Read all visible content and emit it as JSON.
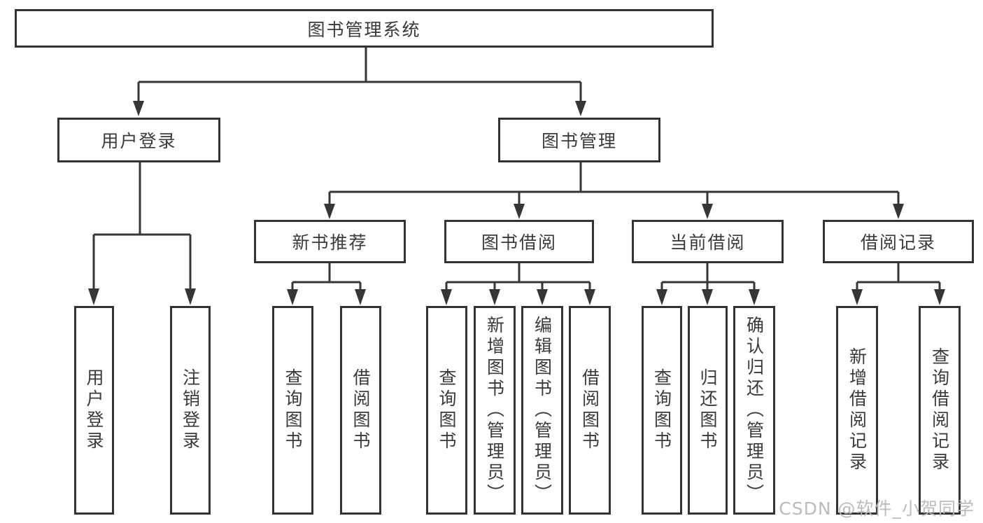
{
  "tree": {
    "label": "图书管理系统",
    "children": [
      {
        "label": "用户登录",
        "children": [
          {
            "label": "用户登录"
          },
          {
            "label": "注销登录"
          }
        ]
      },
      {
        "label": "图书管理",
        "children": [
          {
            "label": "新书推荐",
            "children": [
              {
                "label": "查询图书"
              },
              {
                "label": "借阅图书"
              }
            ]
          },
          {
            "label": "图书借阅",
            "children": [
              {
                "label": "查询图书"
              },
              {
                "label": "新增图书（管理员）"
              },
              {
                "label": "编辑图书（管理员）"
              },
              {
                "label": "借阅图书"
              }
            ]
          },
          {
            "label": "当前借阅",
            "children": [
              {
                "label": "查询图书"
              },
              {
                "label": "归还图书"
              },
              {
                "label": "确认归还（管理员）"
              }
            ]
          },
          {
            "label": "借阅记录",
            "children": [
              {
                "label": "新增借阅记录"
              },
              {
                "label": "查询借阅记录"
              }
            ]
          }
        ]
      }
    ]
  },
  "watermark": "CSDN @软件_小贺同学",
  "colors": {
    "line": "#363636",
    "box_border": "#333333",
    "text": "#3a3a3a",
    "watermark": "#b8b8b8",
    "background": "#ffffff"
  }
}
